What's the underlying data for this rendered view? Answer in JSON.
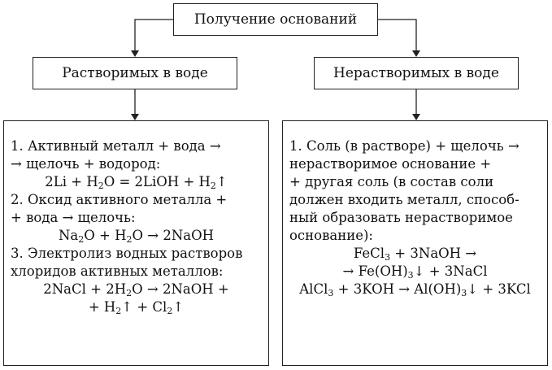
{
  "root": {
    "label": "Получение оснований"
  },
  "left": {
    "label": "Растворимых в воде",
    "lines": [
      {
        "t": "1. Активный металл + вода →",
        "align": "left"
      },
      {
        "t": "→ щелочь + водород:",
        "align": "left"
      },
      {
        "t": "2Li + H_2O = 2LiOH + H_2↑",
        "align": "center"
      },
      {
        "t": "2. Оксид активного металла +",
        "align": "left"
      },
      {
        "t": "+ вода → щелочь:",
        "align": "left"
      },
      {
        "t": "Na_2O + H_2O → 2NaOH",
        "align": "center"
      },
      {
        "t": "3. Электролиз водных растворов",
        "align": "left"
      },
      {
        "t": "хлоридов активных металлов:",
        "align": "left"
      },
      {
        "t": "2NaCl + 2H_2O → 2NaOH +",
        "align": "center"
      },
      {
        "t": "+ H_2↑ + Cl_2↑",
        "align": "center"
      }
    ]
  },
  "right": {
    "label": "Нерастворимых в воде",
    "lines": [
      {
        "t": "1. Соль (в растворе) + щелочь →",
        "align": "left"
      },
      {
        "t": "нерастворимое основание +",
        "align": "left"
      },
      {
        "t": "+ другая соль (в состав соли",
        "align": "left"
      },
      {
        "t": "должен входить металл, способ-",
        "align": "left"
      },
      {
        "t": "ный образовать нерастворимое",
        "align": "left"
      },
      {
        "t": "основание):",
        "align": "left"
      },
      {
        "t": "FeCl_3 + 3NaOH →",
        "align": "center"
      },
      {
        "t": "→ Fe(OH)_3↓ + 3NaCl",
        "align": "center"
      },
      {
        "t": "AlCl_3 + 3KOH → Al(OH)_3↓ + 3KCl",
        "align": "center"
      }
    ]
  }
}
